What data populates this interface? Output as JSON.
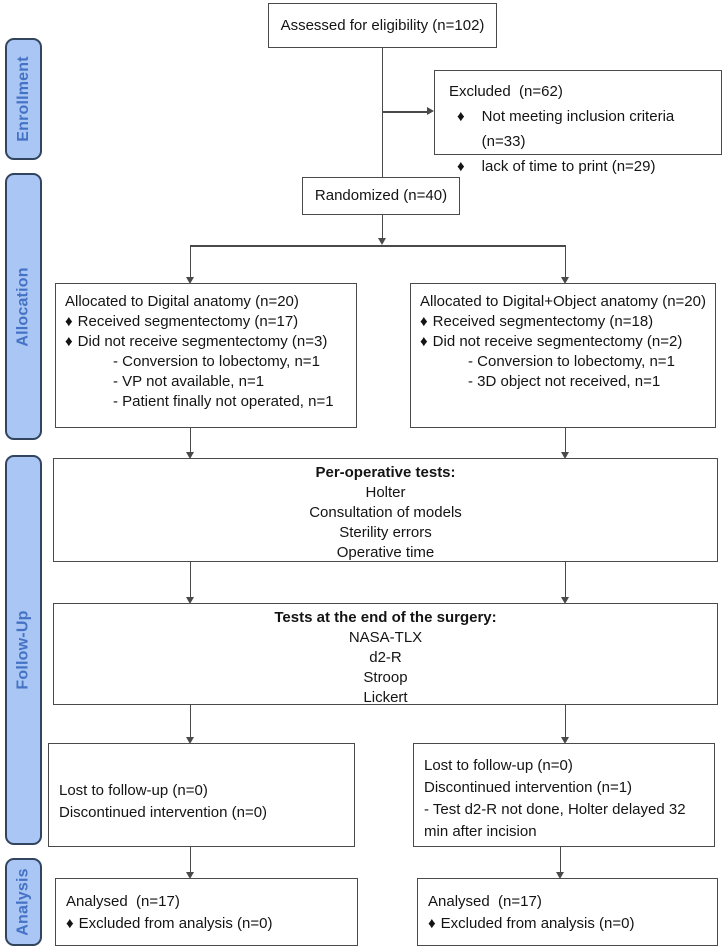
{
  "glyphs": {
    "bullet": "♦"
  },
  "colors": {
    "stage_fill": "#a9c6f4",
    "stage_border": "#33445e",
    "stage_text": "#4472c4",
    "box_border": "#4a4a4a",
    "line": "#4a4a4a",
    "text": "#141414",
    "background": "#ffffff"
  },
  "sidebar": {
    "labels": [
      "Enrollment",
      "Allocation",
      "Follow-Up",
      "Analysis"
    ]
  },
  "boxes": {
    "assessed": {
      "title": "Assessed for eligibility (n=102)"
    },
    "excluded": {
      "title": "Excluded  (n=62)",
      "items": [
        "Not meeting inclusion criteria (n=33)",
        "lack of time to print (n=29)"
      ]
    },
    "randomized": {
      "title": "Randomized (n=40)"
    },
    "alloc_digital": {
      "title": "Allocated to Digital anatomy (n=20)",
      "bullets": [
        "Received segmentectomy (n=17)",
        "Did not receive segmentectomy (n=3)"
      ],
      "sub": [
        "- Conversion to lobectomy, n=1",
        "- VP not available, n=1",
        "- Patient finally not operated, n=1"
      ]
    },
    "alloc_combined": {
      "title": "Allocated to Digital+Object anatomy (n=20)",
      "bullets": [
        "Received segmentectomy (n=18)",
        "Did not receive segmentectomy (n=2)"
      ],
      "sub": [
        "- Conversion to lobectomy, n=1",
        "- 3D object not received, n=1"
      ]
    },
    "perop": {
      "title": "Per-operative tests:",
      "items": [
        "Holter",
        "Consultation of models",
        "Sterility errors",
        "Operative time"
      ]
    },
    "endtests": {
      "title": "Tests at the end of the surgery:",
      "items": [
        "NASA-TLX",
        "d2-R",
        "Stroop",
        "Lickert"
      ]
    },
    "fu_left": {
      "lines": [
        "Lost to follow-up (n=0)",
        "Discontinued intervention (n=0)"
      ]
    },
    "fu_right": {
      "lines": [
        "Lost to follow-up (n=0)",
        "Discontinued intervention (n=1)",
        "- Test d2-R not done, Holter delayed 32 min after incision"
      ]
    },
    "an_left": {
      "title": "Analysed  (n=17)",
      "bullet": "Excluded from analysis (n=0)"
    },
    "an_right": {
      "title": "Analysed  (n=17)",
      "bullet": "Excluded from analysis (n=0)"
    }
  }
}
